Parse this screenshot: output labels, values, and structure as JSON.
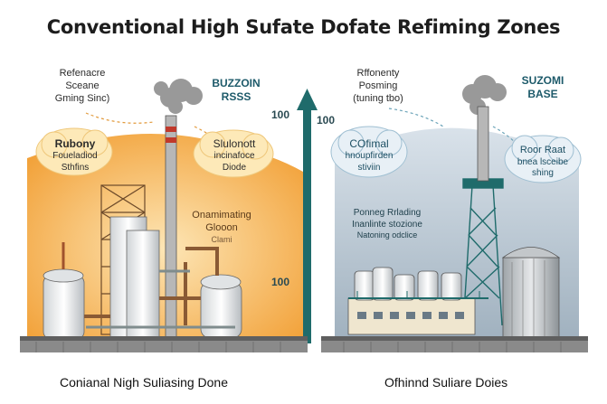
{
  "title": "Conventional High Sufate Dofate Refiming Zones",
  "left": {
    "annotation": [
      "Refenacre",
      "Sceane",
      "Gming Sinc)"
    ],
    "smoke_label": [
      "BUZZOIN",
      "RSSS"
    ],
    "cloud_left": {
      "heading": "Rubony",
      "lines": [
        "Foueladiod",
        "Sthfins"
      ]
    },
    "cloud_right": {
      "heading": "Slulonott",
      "lines": [
        "incinafoce",
        "Diode"
      ]
    },
    "center_note": {
      "heading": "Onamimating",
      "lines": [
        "Glooon",
        "Clami"
      ]
    },
    "caption": "Conianal Nigh Suliasing Done"
  },
  "right": {
    "annotation": [
      "Rffonenty",
      "Posming",
      "(tuning tbo)"
    ],
    "smoke_label": [
      "SUZOMI",
      "BASE"
    ],
    "cloud_left": {
      "heading": "COfimal",
      "lines": [
        "hnoupfirden",
        "stiviin"
      ]
    },
    "cloud_right": {
      "heading": "Roor Raat",
      "lines": [
        "bnea lsceibe",
        "shing"
      ]
    },
    "center_note": {
      "heading": "Ponneg Rrlading",
      "lines": [
        "Inanlinte stozione",
        "Natoning odclice"
      ]
    },
    "caption": "Ofhinnd Suliare Doies"
  },
  "axis": {
    "label_top_a": "100",
    "label_top_b": "100",
    "label_mid": "100"
  },
  "colors": {
    "left_bg": "#f7b24a",
    "right_bg": "#b4c2cf",
    "arrow": "#1f6b6b",
    "ground": "#7b7b7b"
  }
}
